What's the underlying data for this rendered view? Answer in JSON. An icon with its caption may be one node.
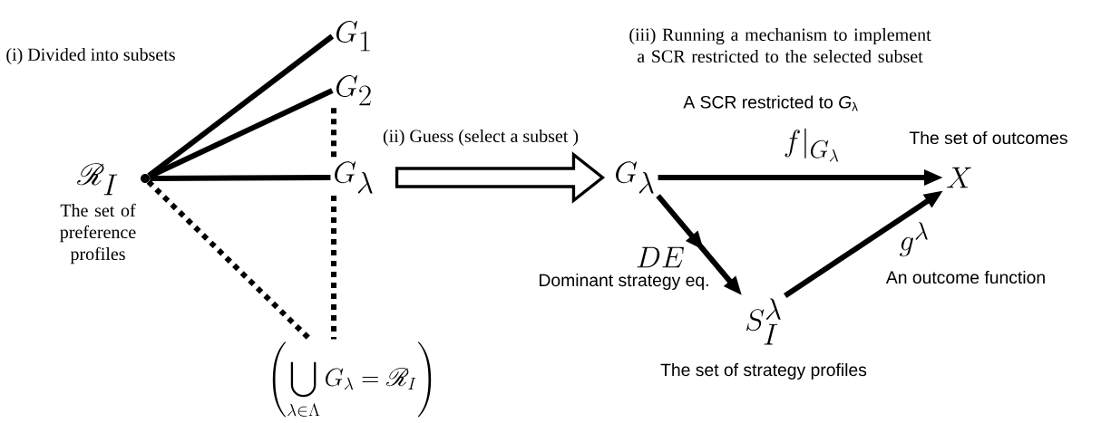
{
  "diagram": {
    "nodes": [
      {
        "text": [
          "\\mathscr{R}_I"
        ],
        "beside": [
          "The set of preference profiles"
        ]
      },
      {
        "text": [
          "G_1"
        ]
      },
      {
        "text": [
          "G_2"
        ]
      },
      {
        "text": [
          "G_\\lambda"
        ]
      },
      {
        "text": [
          "G_\\lambda"
        ]
      },
      {
        "text": [
          "X"
        ],
        "beside": [
          "The set of outcomes"
        ]
      },
      {
        "text": [
          "S_I^\\lambda"
        ],
        "beside": [
          "The set of strategy profiles"
        ]
      },
      {
        "text": [],
        "shape": "circle"
      },
      {
        "text": [
          "\\left(\\bigcup_{\\lambda\\in\\Lambda} G_\\lambda = \\mathscr{R}_I\\right)"
        ]
      }
    ],
    "edges": [
      {
        "from": 7,
        "to": 1,
        "arrow": "none"
      },
      {
        "from": 7,
        "to": 2,
        "arrow": "none"
      },
      {
        "from": 7,
        "to": 3,
        "arrow": "none"
      },
      {
        "from": 7,
        "to": 8,
        "arrow": "none",
        "style": "dashed"
      },
      {
        "from": 2,
        "to": 3,
        "arrow": "none",
        "style": "dashed"
      },
      {
        "from": 3,
        "to": 8,
        "arrow": "none",
        "style": "dashed"
      },
      {
        "from": 3,
        "to": 4,
        "arrow": "to",
        "style": "thick",
        "label": "(ii) Guess (select a subset )"
      },
      {
        "from": 4,
        "to": 5,
        "arrow": "to",
        "label": "f|_{G_\\lambda}"
      },
      {
        "from": 4,
        "to": 6,
        "arrow": "to",
        "label": "DE"
      },
      {
        "from": 6,
        "to": 5,
        "arrow": "to",
        "label": "g^\\lambda"
      }
    ],
    "labels": [
      "(i) Divided into subsets",
      "(iii) Running a mechanism to implement a SCR restricted to the selected subset",
      "A SCR restricted to *G*$_{λ}$",
      "Dominant strategy eq.",
      "An outcome function"
    ]
  }
}
